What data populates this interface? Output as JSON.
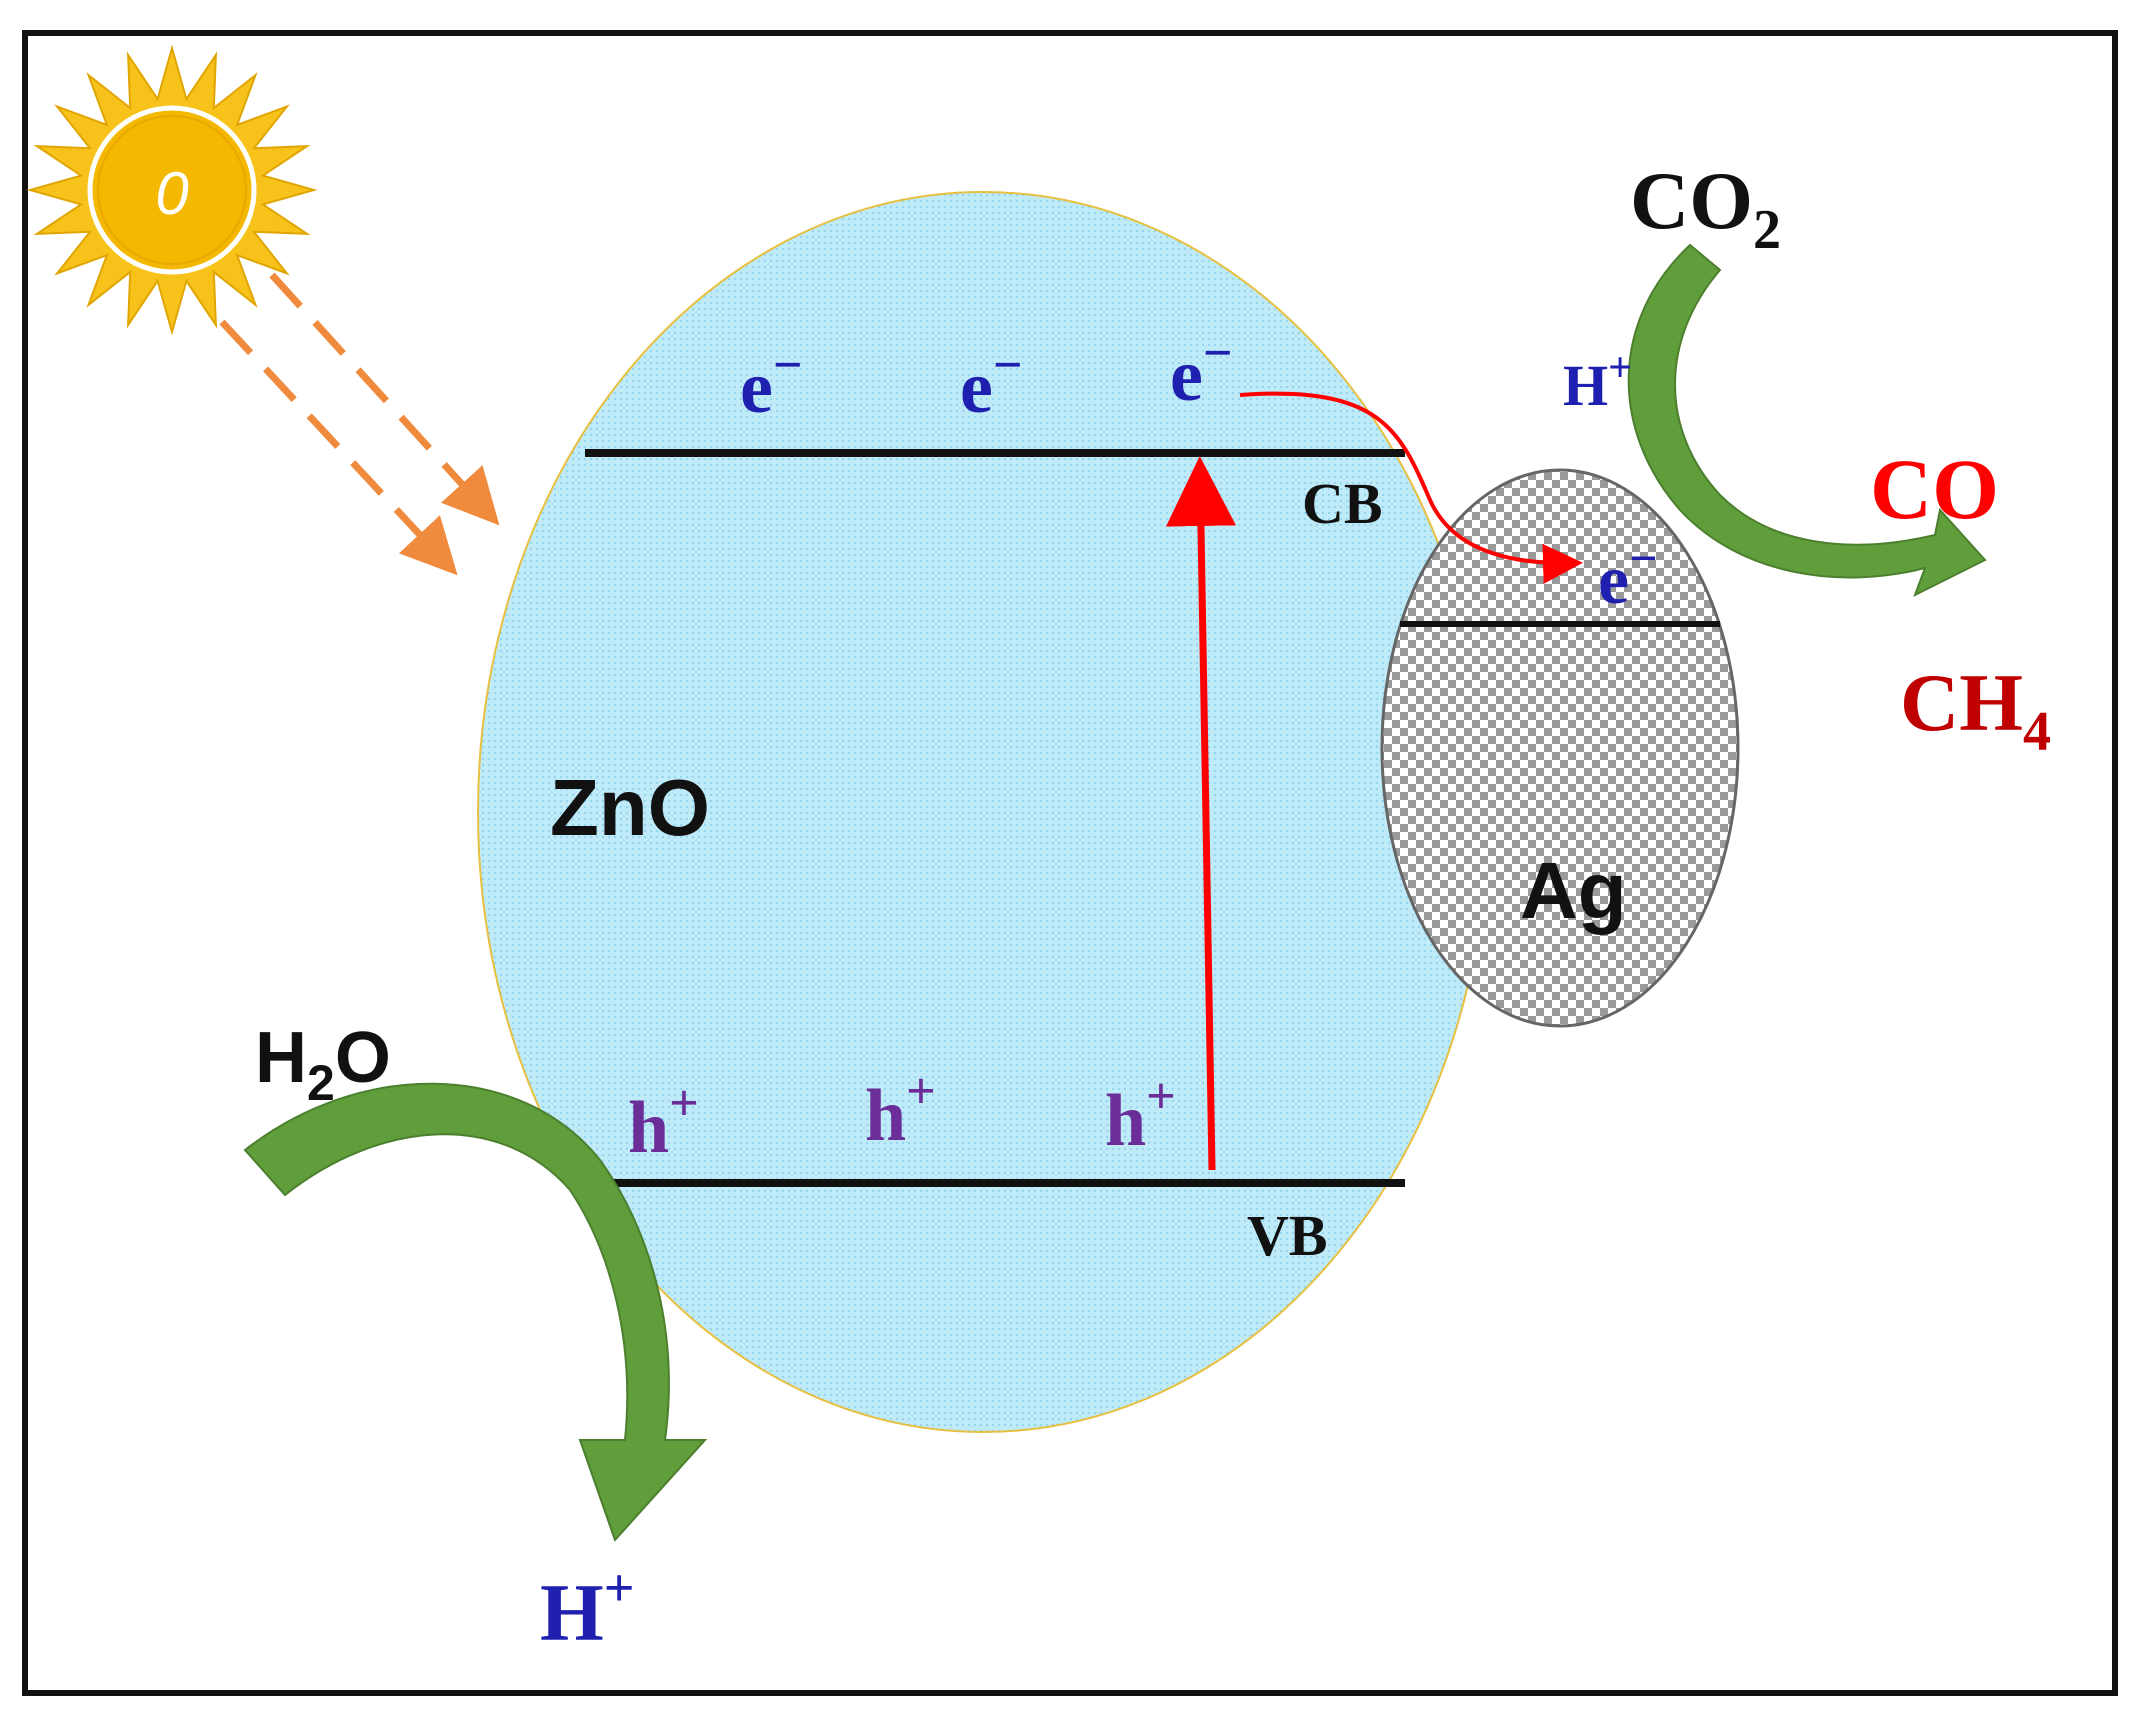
{
  "diagram": {
    "sun_symbol": "0",
    "zno_label": "ZnO",
    "ag_label": "Ag",
    "cb_label": "CB",
    "vb_label": "VB",
    "electrons": [
      {
        "base": "e",
        "sup": "−"
      },
      {
        "base": "e",
        "sup": "−"
      },
      {
        "base": "e",
        "sup": "−"
      }
    ],
    "ag_electron": {
      "base": "e",
      "sup": "−"
    },
    "holes": [
      {
        "base": "h",
        "sup": "+"
      },
      {
        "base": "h",
        "sup": "+"
      },
      {
        "base": "h",
        "sup": "+"
      }
    ],
    "h2o": {
      "a": "H",
      "sub": "2",
      "b": "O"
    },
    "h_plus_bottom": {
      "base": "H",
      "sup": "+"
    },
    "h_plus_ag": {
      "base": "H",
      "sup": "+"
    },
    "co2": {
      "base": "CO",
      "sub": "2"
    },
    "co": "CO",
    "ch4": {
      "base": "CH",
      "sub": "4"
    },
    "colors": {
      "zno_fill": "#b3e6f7",
      "electron": "#1f1fb0",
      "hole": "#6b2e99",
      "excitation_arrow": "#ff0000",
      "reaction_arrow": "#5f9e3a",
      "co": "#ff0000",
      "ch4": "#c00000",
      "sun": "#f5b800",
      "light_ray": "#f08a3c"
    },
    "icons": [
      "sun-icon",
      "light-ray-arrow",
      "reaction-arrow"
    ]
  }
}
